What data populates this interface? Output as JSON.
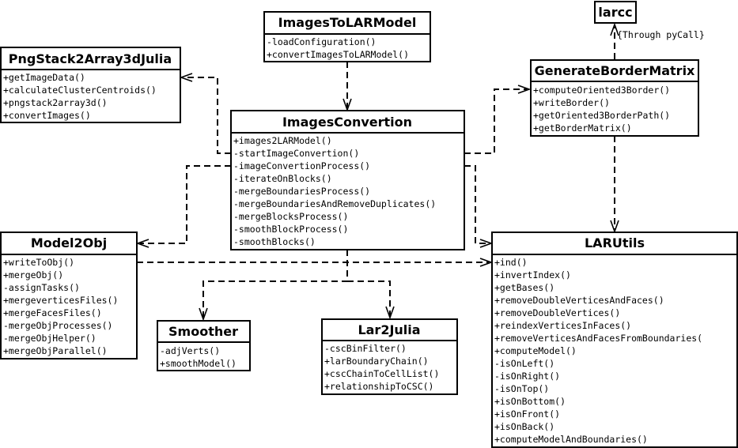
{
  "classes": {
    "imagesToLARModel": {
      "name": "ImagesToLARModel",
      "members": [
        "-loadConfiguration()",
        "+convertImagesToLARModel()"
      ]
    },
    "larcc": {
      "name": "larcc",
      "members": []
    },
    "pngStack2Array3dJulia": {
      "name": "PngStack2Array3dJulia",
      "members": [
        "+getImageData()",
        "+calculateClusterCentroids()",
        "+pngstack2array3d()",
        "+convertImages()"
      ]
    },
    "generateBorderMatrix": {
      "name": "GenerateBorderMatrix",
      "members": [
        "+computeOriented3Border()",
        "+writeBorder()",
        "+getOriented3BorderPath()",
        "+getBorderMatrix()"
      ]
    },
    "imagesConvertion": {
      "name": "ImagesConvertion",
      "members": [
        "+images2LARModel()",
        "-startImageConvertion()",
        "-imageConvertionProcess()",
        "-iterateOnBlocks()",
        "-mergeBoundariesProcess()",
        "-mergeBoundariesAndRemoveDuplicates()",
        "-mergeBlocksProcess()",
        "-smoothBlockProcess()",
        "-smoothBlocks()"
      ]
    },
    "model2Obj": {
      "name": "Model2Obj",
      "members": [
        "+writeToObj()",
        "+mergeObj()",
        "-assignTasks()",
        "+mergeverticesFiles()",
        "+mergeFacesFiles()",
        "-mergeObjProcesses()",
        "-mergeObjHelper()",
        "+mergeObjParallel()"
      ]
    },
    "larUtils": {
      "name": "LARUtils",
      "members": [
        "+ind()",
        "+invertIndex()",
        "+getBases()",
        "+removeDoubleVerticesAndFaces()",
        "+removeDoubleVertices()",
        "+reindexVerticesInFaces()",
        "+removeVerticesAndFacesFromBoundaries(",
        "+computeModel()",
        "-isOnLeft()",
        "-isOnRight()",
        "-isOnTop()",
        "+isOnBottom()",
        "+isOnFront()",
        "+isOnBack()",
        "+computeModelAndBoundaries()"
      ]
    },
    "smoother": {
      "name": "Smoother",
      "members": [
        "-adjVerts()",
        "+smoothModel()"
      ]
    },
    "lar2Julia": {
      "name": "Lar2Julia",
      "members": [
        "-cscBinFilter()",
        "+larBoundaryChain()",
        "+cscChainToCellList()",
        "+relationshipToCSC()"
      ]
    }
  },
  "notes": {
    "pycall": "{Through pyCall}"
  }
}
